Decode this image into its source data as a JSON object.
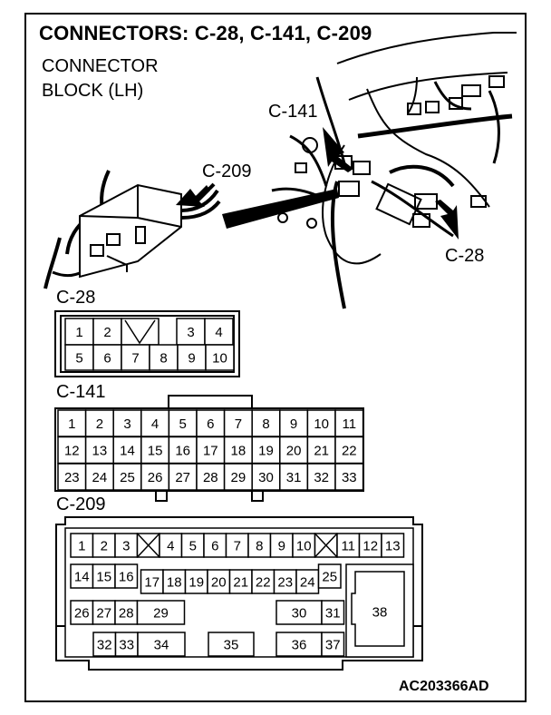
{
  "title": "CONNECTORS: C-28, C-141, C-209",
  "block_label": [
    "CONNECTOR",
    "BLOCK (LH)"
  ],
  "callouts": {
    "c141": "C-141",
    "c209": "C-209",
    "c28": "C-28"
  },
  "sections": {
    "c28": "C-28",
    "c141": "C-141",
    "c209": "C-209"
  },
  "c28_rows": [
    [
      "1",
      "2",
      "",
      "3",
      "4"
    ],
    [
      "5",
      "6",
      "7",
      "8",
      "9",
      "10"
    ]
  ],
  "c141_rows": [
    [
      "1",
      "2",
      "3",
      "4",
      "5",
      "6",
      "7",
      "8",
      "9",
      "10",
      "11"
    ],
    [
      "12",
      "13",
      "14",
      "15",
      "16",
      "17",
      "18",
      "19",
      "20",
      "21",
      "22"
    ],
    [
      "23",
      "24",
      "25",
      "26",
      "27",
      "28",
      "29",
      "30",
      "31",
      "32",
      "33"
    ]
  ],
  "c209_pins": [
    "1",
    "2",
    "3",
    "4",
    "5",
    "6",
    "7",
    "8",
    "9",
    "10",
    "11",
    "12",
    "13",
    "14",
    "15",
    "16",
    "17",
    "18",
    "19",
    "20",
    "21",
    "22",
    "23",
    "24",
    "25",
    "26",
    "27",
    "28",
    "29",
    "30",
    "31",
    "32",
    "33",
    "34",
    "35",
    "36",
    "37",
    "38"
  ],
  "footer": "AC203366AD"
}
